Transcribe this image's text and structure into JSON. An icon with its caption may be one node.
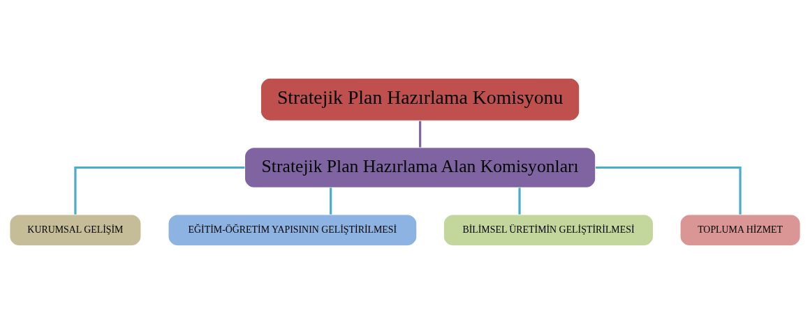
{
  "diagram": {
    "nodes": [
      {
        "text": [
          "Stratejik Plan Hazırlama Komisyonu"
        ]
      },
      {
        "text": [
          "Stratejik Plan Hazırlama Alan Komisyonları"
        ]
      },
      {
        "text": [
          "KURUMSAL GELİŞİM"
        ]
      },
      {
        "text": [
          "EĞİTİM-ÖĞRETİM YAPISININ GELİŞTİRİLMESİ"
        ]
      },
      {
        "text": [
          "BİLİMSEL ÜRETİMİN GELİŞTİRİLMESİ"
        ]
      },
      {
        "text": [
          "TOPLUMA HİZMET"
        ]
      }
    ],
    "edges": [
      {
        "from": 0,
        "to": 1,
        "arrow": "none",
        "color": "#8064a2"
      },
      {
        "from": 1,
        "to": 2,
        "arrow": "none"
      },
      {
        "from": 1,
        "to": 3,
        "arrow": "none"
      },
      {
        "from": 1,
        "to": 4,
        "arrow": "none"
      },
      {
        "from": 1,
        "to": 5,
        "arrow": "none"
      }
    ]
  }
}
